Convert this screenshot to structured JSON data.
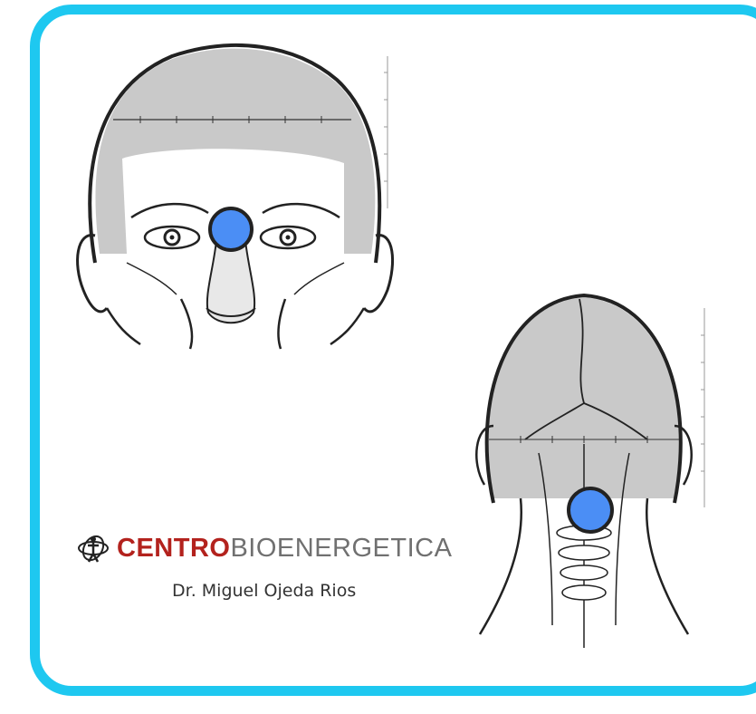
{
  "frame": {
    "border_color": "#1ec8f0"
  },
  "brand": {
    "bold": "CENTRO",
    "light": "BIOENERGETICA",
    "bold_color": "#b3221d",
    "light_color": "#707070",
    "logo_icon": "figure-spiral-logo-icon"
  },
  "doctor": "Dr. Miguel Ojeda Rios",
  "points": {
    "color": "#4b8ef5",
    "front": "forehead-point-marker",
    "back": "neck-point-marker"
  }
}
